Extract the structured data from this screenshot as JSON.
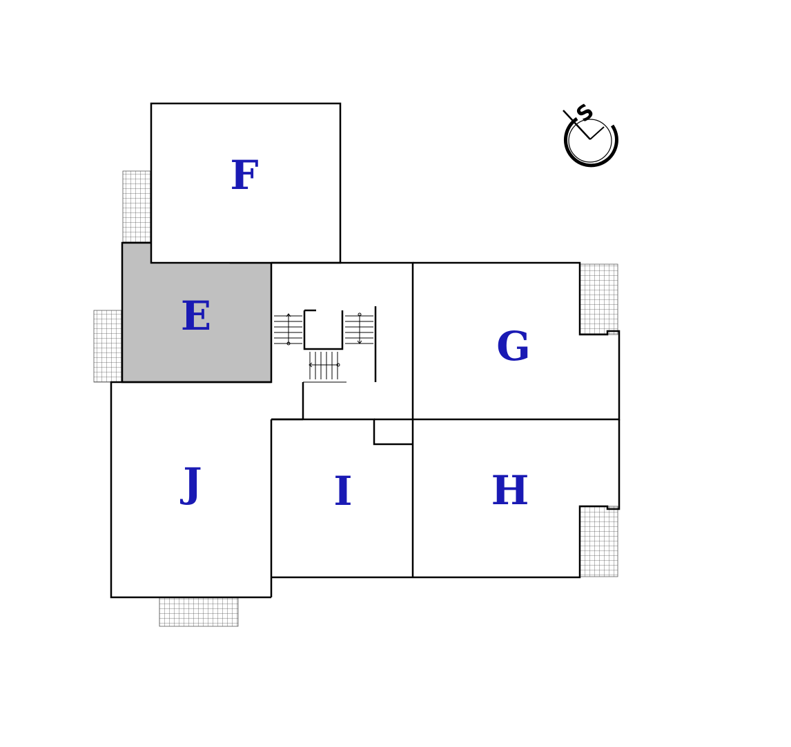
{
  "colors": {
    "label": "#1a1ab4",
    "highlight_fill": "#c0c0c0",
    "wall": "#000000",
    "balcony_grid": "#555555"
  },
  "units": [
    {
      "id": "F",
      "label": "F",
      "highlighted": false
    },
    {
      "id": "E",
      "label": "E",
      "highlighted": true
    },
    {
      "id": "G",
      "label": "G",
      "highlighted": false
    },
    {
      "id": "J",
      "label": "J",
      "highlighted": false
    },
    {
      "id": "I",
      "label": "I",
      "highlighted": false
    },
    {
      "id": "H",
      "label": "H",
      "highlighted": false
    }
  ],
  "compass": {
    "letter": "S",
    "icon": "compass-icon"
  }
}
